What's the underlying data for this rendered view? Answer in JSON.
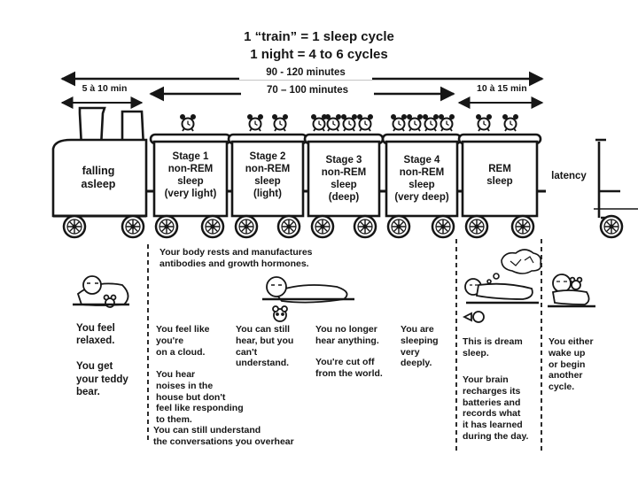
{
  "title": {
    "line1": "1 “train” = 1 sleep cycle",
    "line2": "1 night = 4 to 6 cycles"
  },
  "durations": {
    "total_cycle": "90 - 120 minutes",
    "non_rem": "70 – 100 minutes",
    "falling_asleep": "5 à 10\nmin",
    "rem": "10 à 15\nmin"
  },
  "cars": [
    {
      "label": "falling\nasleep"
    },
    {
      "label": "Stage 1\nnon-REM\nsleep\n(very light)"
    },
    {
      "label": "Stage 2\nnon-REM\nsleep\n(light)"
    },
    {
      "label": "Stage 3\nnon-REM\nsleep\n(deep)"
    },
    {
      "label": "Stage 4\nnon-REM\nsleep\n(very deep)"
    },
    {
      "label": "REM\nsleep"
    },
    {
      "label": "latency"
    }
  ],
  "body_note": "Your body rests and manufactures\nantibodies and growth hormones.",
  "descriptions": {
    "falling_asleep": "You feel\nrelaxed.\n\nYou get\nyour teddy\nbear.",
    "stage1_a": "You feel like\n you're\non a cloud.",
    "stage1_b": "You hear\nnoises in the\nhouse but don't\nfeel like responding\nto them.",
    "stage1_c": "You can still understand\nthe conversations you overhear",
    "stage2": "You can still\nhear, but you\ncan't\nunderstand.",
    "stage3_a": "You no longer\nhear anything.",
    "stage3_b": "You're cut off\nfrom the world.",
    "stage4": "You are\nsleeping\nvery\ndeeply.",
    "rem_a": "This is dream\nsleep.",
    "rem_b": "Your brain\nrecharges its\nbatteries and\nrecords what\nit has learned\nduring the day.",
    "latency": "You either\nwake up\nor begin\nanother\ncycle."
  },
  "colors": {
    "ink": "#161616",
    "paper": "#ffffff",
    "car_fill": "#ffffff"
  },
  "icons": {
    "alarm_clock": "alarm-clock-icon",
    "sleeping_child": "sleeping-child-icon",
    "dream_bubble": "dream-bubble-icon",
    "teddy_bear": "teddy-bear-icon"
  }
}
